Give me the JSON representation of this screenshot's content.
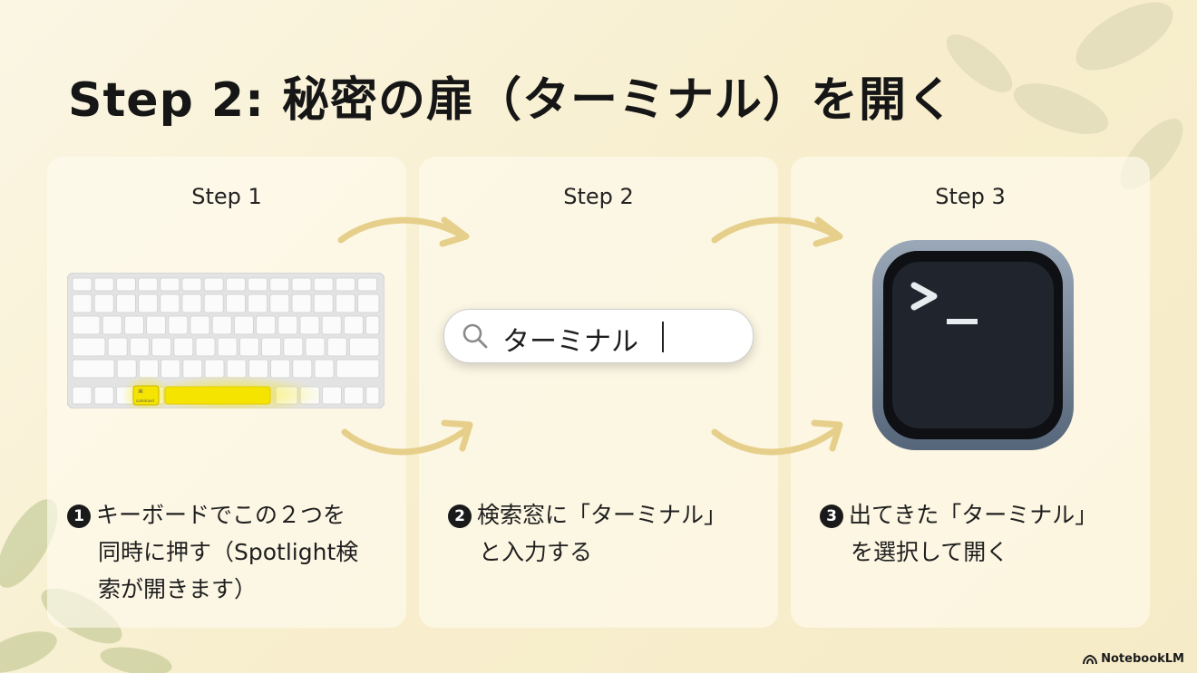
{
  "title": "Step 2: 秘密の扉（ターミナル）を開く",
  "steps": [
    {
      "label": "Step 1",
      "number": "1",
      "lines": [
        "キーボードでこの２つを",
        "同時に押す（Spotlight検",
        "索が開きます）"
      ]
    },
    {
      "label": "Step 2",
      "number": "2",
      "search_text": "ターミナル",
      "lines": [
        "検索窓に「ターミナル」",
        "と入力する"
      ]
    },
    {
      "label": "Step 3",
      "number": "3",
      "lines": [
        "出てきた「ターミナル」",
        "を選択して開く"
      ]
    }
  ],
  "keyboard": {
    "command_key_label": "command",
    "command_symbol": "⌘"
  },
  "brand": "NotebookLM",
  "colors": {
    "arrow": "#e6cf8a",
    "highlight": "#f5e400",
    "terminal_frame": "#6f8093",
    "terminal_screen": "#1c2029"
  }
}
